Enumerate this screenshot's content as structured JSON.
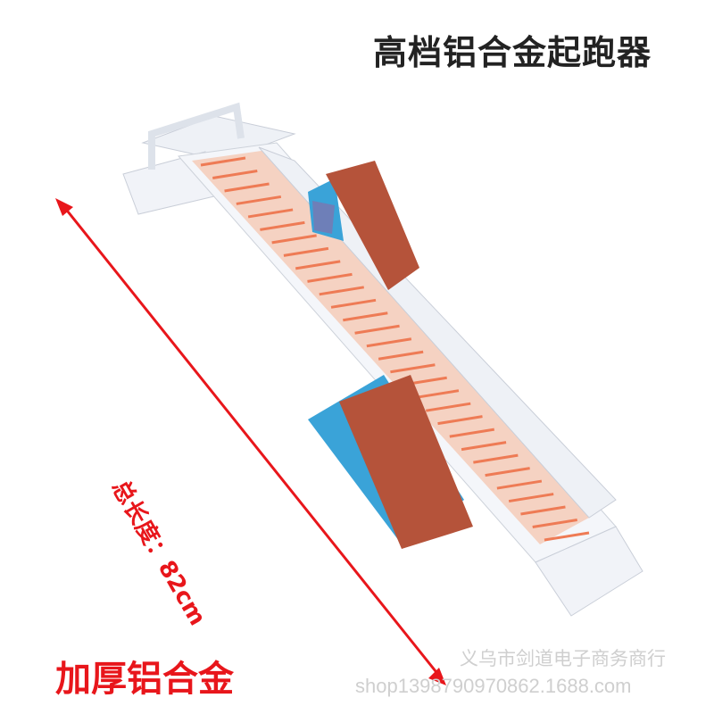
{
  "title": "高档铝合金起跑器",
  "length_label": "总长度：82cm",
  "bottom_label": "加厚铝合金",
  "watermark": {
    "company": "义乌市剑道电子商务商行",
    "shop_url": "shop1398790970862.1688.com"
  },
  "colors": {
    "accent": "#e8161b",
    "pad": "#b5533a",
    "block": "#3aa3d8",
    "rail": "#f2f4f8"
  }
}
